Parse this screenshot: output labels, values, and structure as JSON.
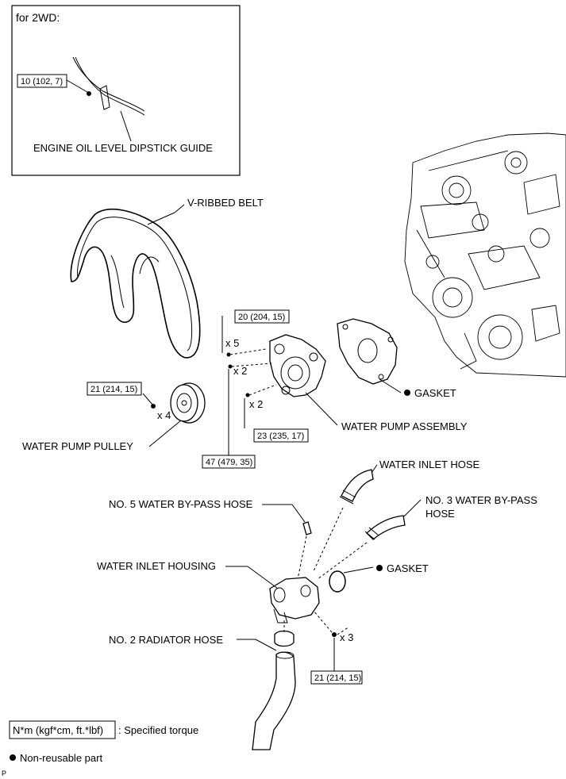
{
  "inset": {
    "title": "for 2WD:",
    "torque": "10 (102, 7)",
    "part": "ENGINE OIL LEVEL DIPSTICK GUIDE"
  },
  "labels": {
    "belt": "V-RIBBED BELT",
    "gasket_pump": "GASKET",
    "pump_assembly": "WATER PUMP ASSEMBLY",
    "pump_pulley": "WATER PUMP PULLEY",
    "inlet_hose": "WATER INLET HOSE",
    "bypass5": "NO. 5 WATER BY-PASS HOSE",
    "bypass3_l1": "NO. 3 WATER BY-PASS",
    "bypass3_l2": "HOSE",
    "inlet_housing": "WATER INLET HOUSING",
    "gasket_inlet": "GASKET",
    "radiator_hose": "NO. 2 RADIATOR HOSE"
  },
  "torques": {
    "t20": "20 (204, 15)",
    "t21a": "21 (214, 15)",
    "t23": "23 (235, 17)",
    "t47": "47 (479, 35)",
    "t21b": "21 (214, 15)"
  },
  "quantities": {
    "x5": "x 5",
    "x2a": "x 2",
    "x2b": "x 2",
    "x4": "x 4",
    "x3": "x 3"
  },
  "legend": {
    "unit_box": "N*m (kgf*cm, ft.*lbf)",
    "unit_text": ": Specified torque",
    "non_reusable": "Non-reusable part"
  },
  "corner_mark": "P"
}
